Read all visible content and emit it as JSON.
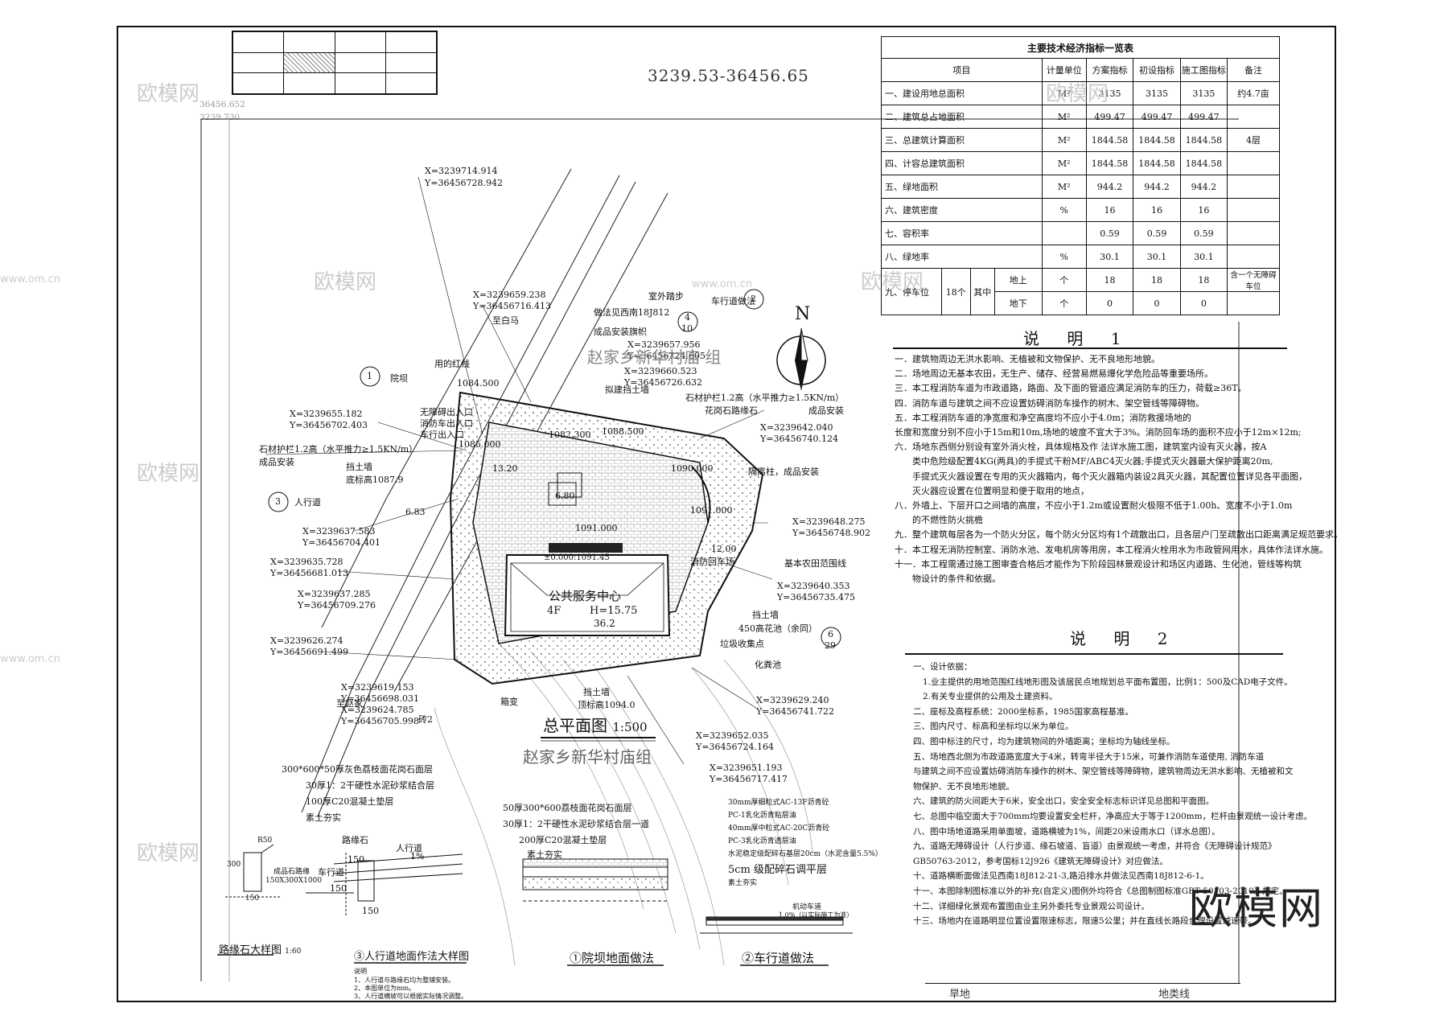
{
  "drawing": {
    "coordinate_range": "3239.53-36456.65",
    "plan_title": "总平面图",
    "plan_scale": "1:500",
    "village_label": "赵家乡新华村庙 组",
    "village_label_2": "赵家乡新华村庙组",
    "north_letter": "N",
    "building": {
      "name": "公共服务中心",
      "floors": "4F",
      "height": "H=15.75",
      "elev": "±0.000:1091.45",
      "width": "36.2"
    },
    "watermark": "欧模网",
    "watermark_small": "www.om.cn"
  },
  "coords": [
    {
      "x": "X=3239714.914",
      "y": "Y=36456728.942"
    },
    {
      "x": "X=3239659.238",
      "y": "Y=36456716.413"
    },
    {
      "x": "X=3239657.956",
      "y": "Y=36456724.605"
    },
    {
      "x": "X=3239660.523",
      "y": "Y=36456726.632"
    },
    {
      "x": "X=3239655.182",
      "y": "Y=36456702.403"
    },
    {
      "x": "X=3239642.040",
      "y": "Y=36456740.124"
    },
    {
      "x": "X=3239648.275",
      "y": "Y=36456748.902"
    },
    {
      "x": "X=3239637.583",
      "y": "Y=36456704.401"
    },
    {
      "x": "X=3239635.728",
      "y": "Y=36456681.013"
    },
    {
      "x": "X=3239637.285",
      "y": "Y=36456709.276"
    },
    {
      "x": "X=3239640.353",
      "y": "Y=36456735.475"
    },
    {
      "x": "X=3239626.274",
      "y": "Y=36456691.499"
    },
    {
      "x": "X=3239619.153",
      "y": "Y=36456698.031"
    },
    {
      "x": "X=3239624.785",
      "y": "Y=36456705.998"
    },
    {
      "x": "X=3239629.240",
      "y": "Y=36456741.722"
    },
    {
      "x": "X=3239652.035",
      "y": "Y=36456724.164"
    },
    {
      "x": "X=3239651.193",
      "y": "Y=36456717.417"
    }
  ],
  "plan_labels": {
    "to_baima": "至白马",
    "to_zhaojia": "至赵家",
    "red_line": "用的红线",
    "entrance": "无障碍出入口",
    "fire_entrance": "消防车出入口",
    "vehicle_entrance": "车行出入口",
    "stone_rail": "石材护栏1.2高（水平推力≥1.5KN/m）",
    "finished": "成品安装",
    "retaining_wall": "挡土墙",
    "bottom_elev": "底标高1087.9",
    "top_elev": "顶标高1094.0",
    "sidewalk": "人行道",
    "flagpole": "成品安装旗帜",
    "flag_detail": "做法见西南18J812",
    "outdoor_step": "室外踏步",
    "driveway_method": "车行道做法",
    "granite_curb": "花岗石路缘石",
    "farmland": "基本农田范围线",
    "fire_site": "消防回车场",
    "flower_bed": "450高花池（余同）",
    "garbage": "垃圾收集点",
    "septic": "化粪池",
    "box_transformer": "箱变",
    "brick": "砖2",
    "courtyard": "院坝",
    "planned_wall": "拟建挡土墙",
    "isolation": "隔离柱，成品安装",
    "road_width": "12.00",
    "e1": "1084.500",
    "e2": "1082.300",
    "e3": "1085.000",
    "e4": "1088.500",
    "e5": "1090.000",
    "e6": "1091.000",
    "e7": "1091.000",
    "d1": "13.20",
    "d2": "6.80",
    "d3": "6.83",
    "markers": [
      "1",
      "2",
      "3",
      "4",
      "6"
    ],
    "marker_sub": [
      "10",
      "29"
    ]
  },
  "section1": {
    "title": "①院坝地面做法",
    "layers": [
      "50厚300*600荔枝面花岗石面层",
      "30厚1：2干硬性水泥砂浆结合层一道",
      "200厚C20混凝土垫层",
      "素土夯实"
    ]
  },
  "section2": {
    "title": "②车行道做法",
    "layers": [
      "30mm厚细粒式AC-13F沥青砼",
      "PC-1乳化沥青粘层油",
      "40mm厚中粒式AC-20C沥青砼",
      "PC-3乳化沥青透层油",
      "水泥稳定级配碎石基层20cm（水泥含量5.5%）",
      "5cm 级配碎石调平层",
      "素土夯实"
    ],
    "slope": "1.0%（以实际施工为准）",
    "slope_label": "机动车道"
  },
  "section3": {
    "title": "③人行道地面作法大样图",
    "layers": [
      "300*600*50厚灰色荔枝面花岗石面层",
      "30厚1：2干硬性水泥砂浆结合层",
      "100厚C20混凝土垫层",
      "素土夯实"
    ],
    "curb": "路缘石",
    "sidewalk": "人行道",
    "slope": "1%",
    "driveway": "车行道",
    "dims": [
      "150",
      "150",
      "150"
    ],
    "notes_title": "说明",
    "notes": [
      "1、人行道与路缘石均为整铺安装。",
      "2、本图单位为mm。",
      "3、人行道横坡可以根据实际情况调整。"
    ]
  },
  "curb_detail": {
    "title": "路缘石大样图",
    "scale": "1:60",
    "spec": "150X300X1000",
    "label": "成品石路缘",
    "dims": [
      "300",
      "150",
      "R50"
    ]
  },
  "table": {
    "caption": "主要技术经济指标一览表",
    "headers": [
      "项目",
      "计量单位",
      "方案指标",
      "初设指标",
      "施工图指标",
      "备注"
    ],
    "rows": [
      {
        "item": "一、建设用地总面积",
        "unit": "M²",
        "a": "3135",
        "b": "3135",
        "c": "3135",
        "note": "约4.7亩"
      },
      {
        "item": "二、建筑总占地面积",
        "unit": "M²",
        "a": "499.47",
        "b": "499.47",
        "c": "499.47",
        "note": ""
      },
      {
        "item": "三、总建筑计算面积",
        "unit": "M²",
        "a": "1844.58",
        "b": "1844.58",
        "c": "1844.58",
        "note": "4层"
      },
      {
        "item": "四、计容总建筑面积",
        "unit": "M²",
        "a": "1844.58",
        "b": "1844.58",
        "c": "1844.58",
        "note": ""
      },
      {
        "item": "五、绿地面积",
        "unit": "M²",
        "a": "944.2",
        "b": "944.2",
        "c": "944.2",
        "note": ""
      },
      {
        "item": "六、建筑密度",
        "unit": "%",
        "a": "16",
        "b": "16",
        "c": "16",
        "note": ""
      },
      {
        "item": "七、容积率",
        "unit": "",
        "a": "0.59",
        "b": "0.59",
        "c": "0.59",
        "note": ""
      },
      {
        "item": "八、绿地率",
        "unit": "%",
        "a": "30.1",
        "b": "30.1",
        "c": "30.1",
        "note": ""
      }
    ],
    "parking": {
      "item": "九、停车位",
      "count": "18个",
      "sub": "其中",
      "above": "地上",
      "below": "地下",
      "unit": "个",
      "a1": "18",
      "b1": "18",
      "c1": "18",
      "note1": "含一个无障碍车位",
      "a2": "0",
      "b2": "0",
      "c2": "0"
    }
  },
  "notes1": {
    "title": "说 明 1",
    "lines": [
      "一．建筑物周边无洪水影响、无植被和文物保护、无不良地形地貌。",
      "二．场地周边无基本农田，无生产、储存、经营易燃易爆化学危险品等重要场所。",
      "三．本工程消防车道为市政道路，路面、及下面的管道应满足消防车的压力，荷载≥36T。",
      "四．消防车道与建筑之间不应设置妨碍消防车操作的树木、架空管线等障碍物。",
      "五．本工程消防车道的净宽度和净空高度均不应小于4.0m；消防救援场地的",
      "长度和宽度分别不应小于15m和10m,场地的坡度不宜大于3%。消防回车场的面积不应小于12m×12m;",
      "六．场地东西侧分别设有室外消火栓，具体规格及作 法详水施工图，建筑室内设有灭火器，按A",
      "类中危险级配置4KG(两具)的手提式干粉MF/ABC4灭火器;手提式灭火器最大保护距离20m,",
      "手提式灭火器设置在专用的灭火器箱内，每个灭火器箱内装设2具灭火器，其配置位置详见各平面图，",
      "灭火器应设置在位置明显和便于取用的地点，",
      "八．外墙上、下层开口之间墙的高度，不应小于1.2m或设置耐火极限不低于1.00h、宽度不小于1.0m",
      "的不燃性防火挑檐",
      "九．整个建筑每层各为一个防火分区，每个防火分区均有1个疏散出口，且各层户门至疏散出口距离满足规范要求。",
      "十．本工程无消防控制室、消防水池、发电机房等用房，本工程消火栓用水为市政管网用水，具体作法详水施。",
      "十一．本工程需通过施工图审查合格后才能作为下阶段园林景观设计和场区内道路、生化池，管线等构筑",
      "物设计的条件和依据。"
    ]
  },
  "notes2": {
    "title": "说 明 2",
    "lines": [
      "一、设计依据：",
      "1.业主提供的用地范围红线地形图及该居民点地规划总平面布置图，比例1：500及CAD电子文件。",
      "2.有关专业提供的公用及土建资料。",
      "二、座标及高程系统：2000坐标系，1985国家高程基准。",
      "三、图内尺寸、标高和坐标均以米为单位。",
      "四、图中标注的尺寸，均为建筑物间的外墙距离；坐标均为轴线坐标。",
      "五、场地西北侧为市政道路宽度大于4米，转弯半径大于15米，可兼作消防车道使用, 消防车道",
      "与建筑之间不应设置妨碍消防车操作的树木、架空管线等障碍物，建筑物周边无洪水影响、无植被和文",
      "物保护、无不良地形地貌。",
      "六、建筑的防火间距大于6米，安全出口，安全安全标志标识详见总图和平面图。",
      "七、总图中临空面大于700mm均要设置安全栏杆，净高应大于等于1200mm，栏杆由景观统一设计考虑。",
      "八、图中场地道路采用单面坡，道路横坡为1%，间距20米设雨水口（详水总图）。",
      "九、道路无障碍设计（人行步道、缘石坡道、盲道）由景观统一考虑，并符合《无障碍设计规范》",
      "GB50763-2012，参考国标12J926《建筑无障碍设计》对应做法。",
      "十、道路横断面做法见西南18J812-21-3,路沿排水井做法见西南18J812-6-1。",
      "十一、本图除制图标准以外的补充(自定义)图例外均符合《总图制图标准GBT 50103-2010》规定。",
      "十二、详细绿化景观布置图由业主另外委托专业景观公司设计。",
      "十三、场地内在道路明显位置设置限速标志，限速5公里；并在直线长路段合理设置减速带。"
    ]
  },
  "bottom_strip": {
    "cell1": "旱地",
    "cell2": "地类线"
  },
  "side_coord": {
    "a": "36456.652",
    "b": "3239.730"
  }
}
